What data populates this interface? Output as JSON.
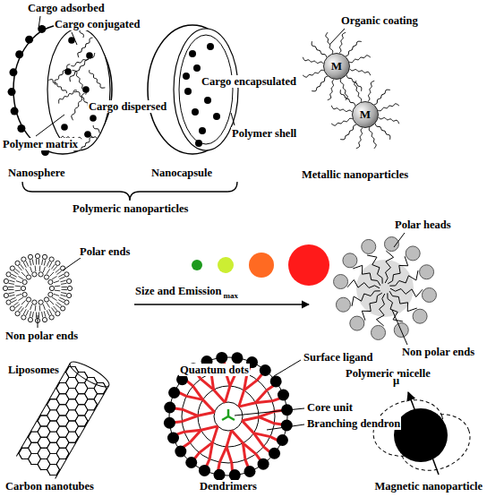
{
  "diagram": {
    "nodes": [
      {
        "text": [
          "M"
        ]
      },
      {
        "text": [
          "M"
        ]
      }
    ],
    "labels": [
      "Cargo adsorbed",
      "Cargo conjugated",
      "Organic coating",
      "Cargo encapsulated",
      "Polymer matrix",
      "Cargo dispersed",
      "Polymer shell",
      "Nanosphere",
      "Nanocapsule",
      "Metallic nanoparticles",
      "Polymeric nanoparticles",
      "Polar heads",
      "Polar ends",
      "Size and Emission",
      "max",
      "Non polar ends",
      "Non polar ends",
      "Liposomes",
      "Quantum dots",
      "Polymeric micelle",
      "Surface ligand",
      "Core unit",
      "Branching dendron",
      "μ",
      "Carbon nanotubes",
      "Dendrimers",
      "Magnetic nanoparticle"
    ]
  }
}
